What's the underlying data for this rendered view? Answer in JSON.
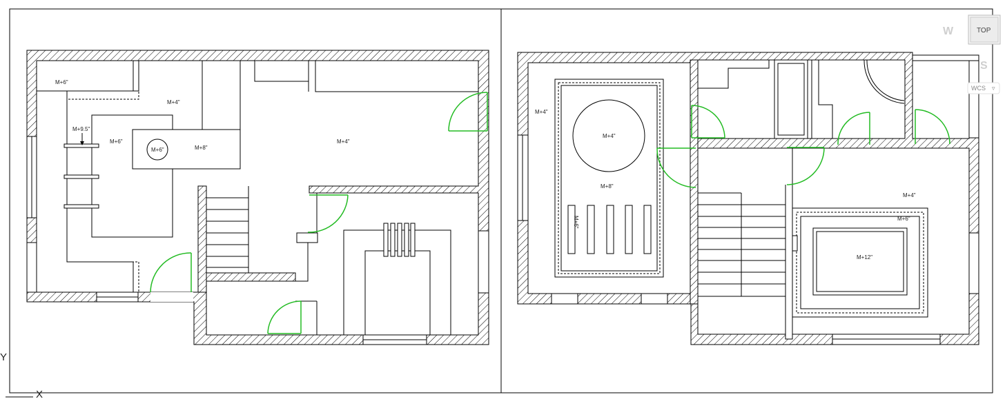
{
  "viewcube": {
    "face": "TOP",
    "west": "W",
    "south": "S",
    "coordinate_system": "WCS"
  },
  "axes": {
    "x": "X",
    "y": "Y"
  },
  "colors": {
    "linework": "#000000",
    "doors": "#22bb22",
    "background": "#ffffff",
    "hatch": "#000000"
  },
  "plan_left": {
    "levels": {
      "l1": "M+6\"",
      "l2": "M+4\"",
      "l3": "M+9.5\"",
      "l4": "M+6\"",
      "l5": "M+6\"",
      "l6": "M+8\"",
      "l7": "M+4\""
    }
  },
  "plan_right": {
    "levels": {
      "l1": "M+4\"",
      "l2": "M+4\"",
      "l3": "M+8\"",
      "l4": "M+6\"",
      "l5": "M+4\"",
      "l6": "M+6\"",
      "l7": "M+12\""
    }
  }
}
